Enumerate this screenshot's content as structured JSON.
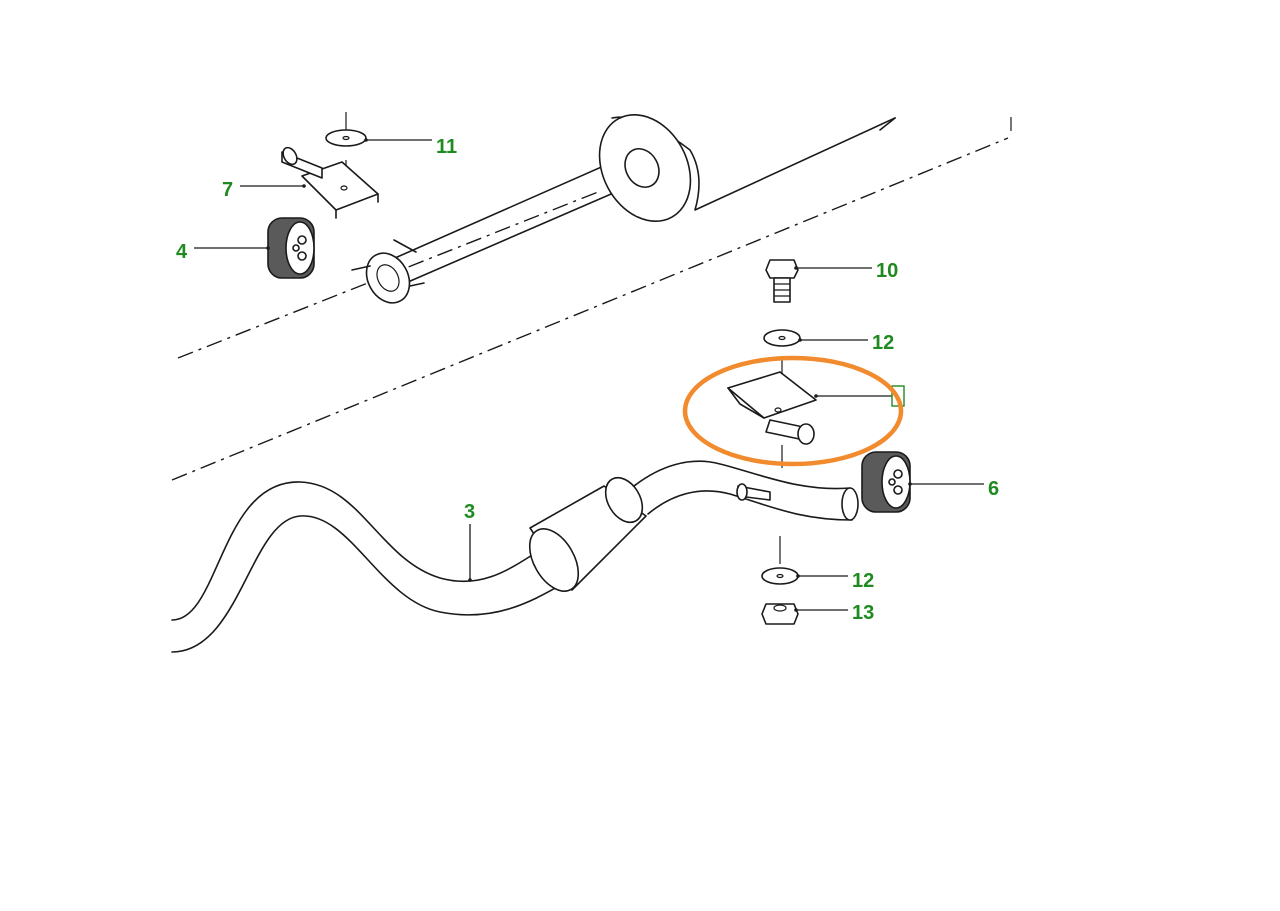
{
  "colors": {
    "callout_text": "#1f8a1f",
    "highlight": "#f28a2e",
    "line": "#1a1a1a",
    "rubber": "#5a5a5a"
  },
  "callouts": [
    {
      "id": "11",
      "label": "11"
    },
    {
      "id": "7",
      "label": "7"
    },
    {
      "id": "4",
      "label": "4"
    },
    {
      "id": "10",
      "label": "10"
    },
    {
      "id": "12a",
      "label": "12"
    },
    {
      "id": "6",
      "label": "6"
    },
    {
      "id": "3",
      "label": "3"
    },
    {
      "id": "12b",
      "label": "12"
    },
    {
      "id": "13",
      "label": "13"
    }
  ]
}
